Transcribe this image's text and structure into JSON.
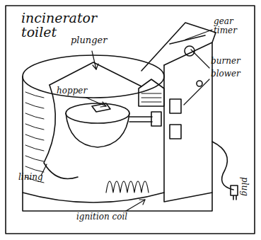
{
  "diagram": {
    "title": "incinerator toilet",
    "labels": [
      "plunger",
      "gear timer",
      "burner",
      "blower",
      "hopper",
      "lining",
      "ignition coil",
      "plug"
    ]
  }
}
